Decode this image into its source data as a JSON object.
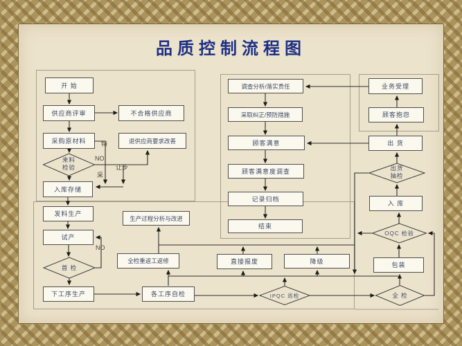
{
  "title": "品质控制流程图",
  "nodes": {
    "start": "开 始",
    "supplier_review": "供应商评审",
    "unqualified_supplier": "不合格供应商",
    "purchase_materials": "采购原材料",
    "return_supplier_improve": "退供应商要求改善",
    "incoming_inspection_l1": "来料",
    "incoming_inspection_l2": "检验",
    "warehouse_storage": "入库存储",
    "issue_material_production": "发料生产",
    "trial_production": "试产",
    "first_inspection": "首 检",
    "next_process_production": "下工序生产",
    "process_analysis_improve": "生产过程分析与改进",
    "full_inspection_rework_repair": "全检重返工返修",
    "each_process_self_check": "各工序自检",
    "ipqc_patrol": "IPQC 巡检",
    "direct_scrap": "直接报废",
    "downgrade": "降级",
    "investigate_responsibility": "调查分析/落实责任",
    "corrective_preventive": "采取纠正/预防措施",
    "customer_satisfaction": "顾客满意",
    "satisfaction_survey": "顾客满意度调查",
    "records_archive": "记录归档",
    "end": "结束",
    "business_acceptance": "业务受理",
    "customer_complaint": "顾客抱怨",
    "shipment": "出 货",
    "shipment_sampling_l1": "出货",
    "shipment_sampling_l2": "抽检",
    "warehouse_in": "入 库",
    "oqc_inspection": "OQC 检验",
    "packing": "包装",
    "full_inspection": "全 检"
  },
  "edge_labels": {
    "incoming_no": "NO",
    "first_inspection_no": "NO",
    "special_accept_char1": "特",
    "special_accept_char2": "采",
    "concession": "让步"
  },
  "colors": {
    "title_text": "#1d2f85",
    "box_text": "#3c4b68",
    "canvas_bg": "#ece3cc",
    "border_band": "#ab935c",
    "line": "#2b2b2b"
  }
}
